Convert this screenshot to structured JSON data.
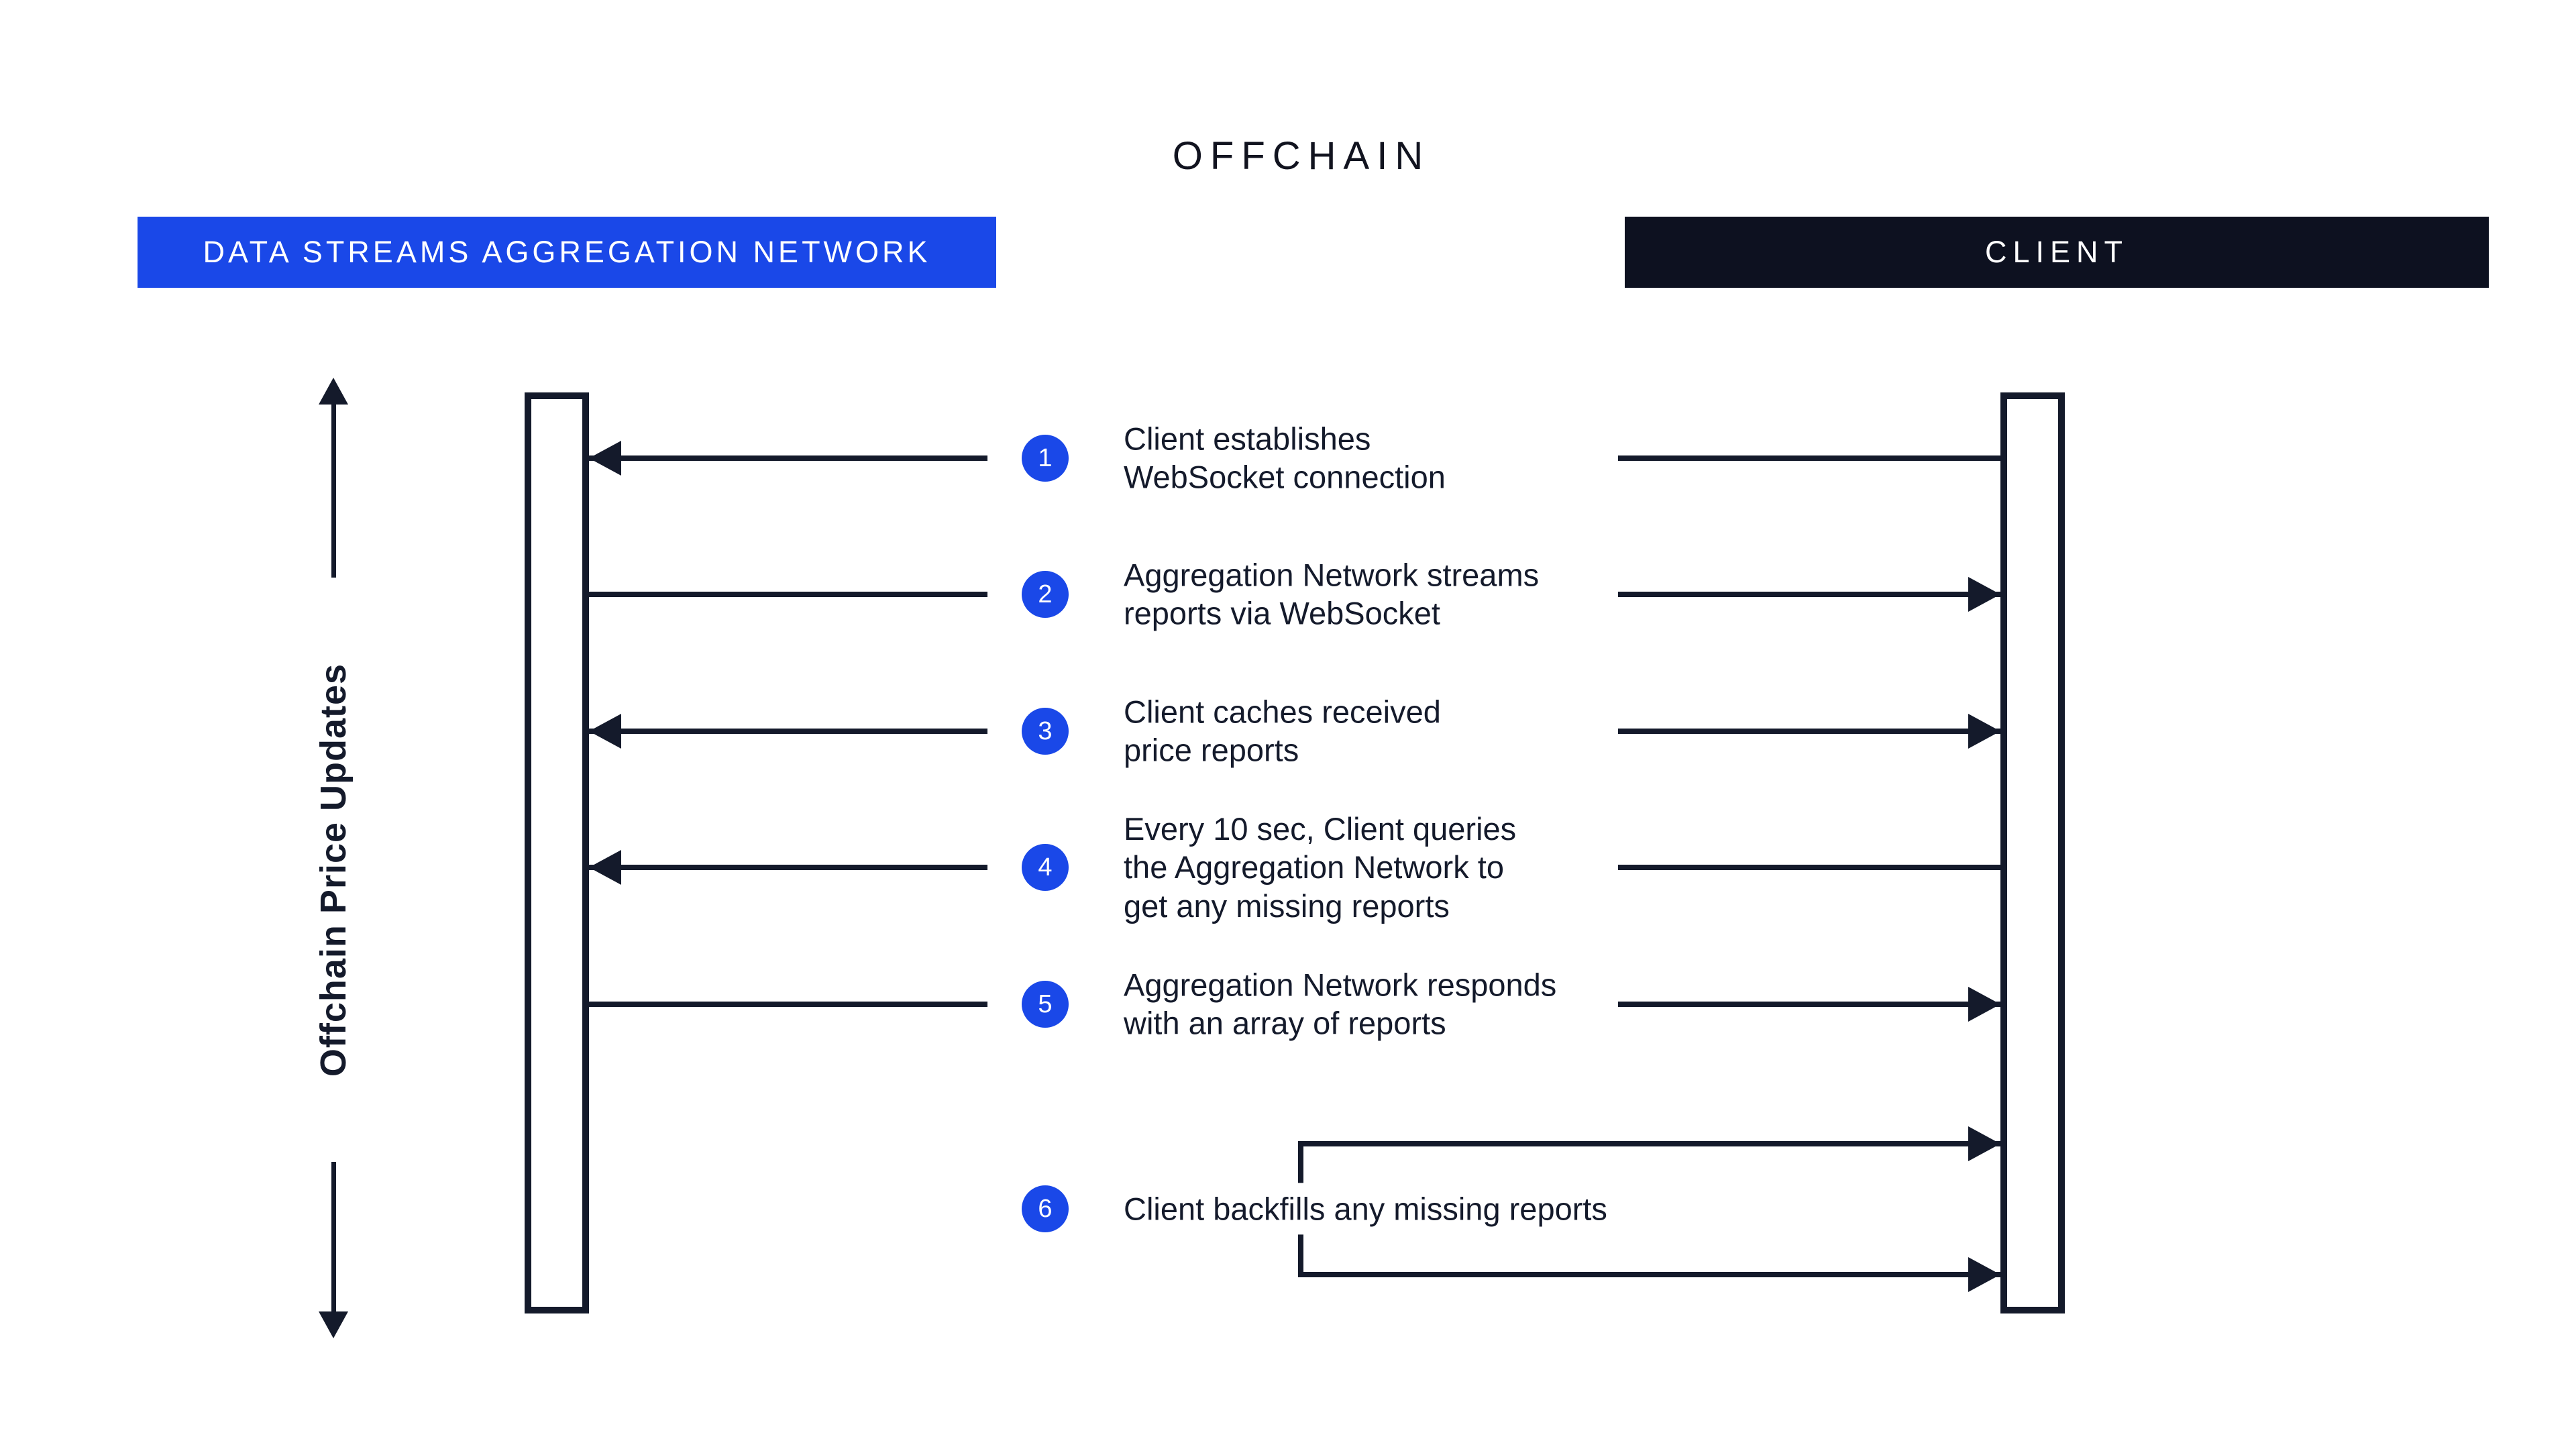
{
  "title": "OFFCHAIN",
  "colors": {
    "blue": "#1a48e8",
    "ink": "#141a2b",
    "client_bg": "#0d1120",
    "title_ink": "#11131f"
  },
  "actors": {
    "network": "DATA STREAMS AGGREGATION NETWORK",
    "client": "CLIENT"
  },
  "side_label": "Offchain Price Updates",
  "steps": [
    {
      "num": "1",
      "text": "Client establishes\nWebSocket connection",
      "direction": "to-network"
    },
    {
      "num": "2",
      "text": "Aggregation Network streams\nreports via WebSocket",
      "direction": "to-client"
    },
    {
      "num": "3",
      "text": "Client caches received\nprice reports",
      "direction": "both"
    },
    {
      "num": "4",
      "text": "Every 10 sec, Client queries\nthe Aggregation Network to\nget any missing reports",
      "direction": "to-network"
    },
    {
      "num": "5",
      "text": "Aggregation Network responds\nwith an array of reports",
      "direction": "to-client"
    },
    {
      "num": "6",
      "text": "Client backfills any missing reports",
      "direction": "client-loop"
    }
  ]
}
